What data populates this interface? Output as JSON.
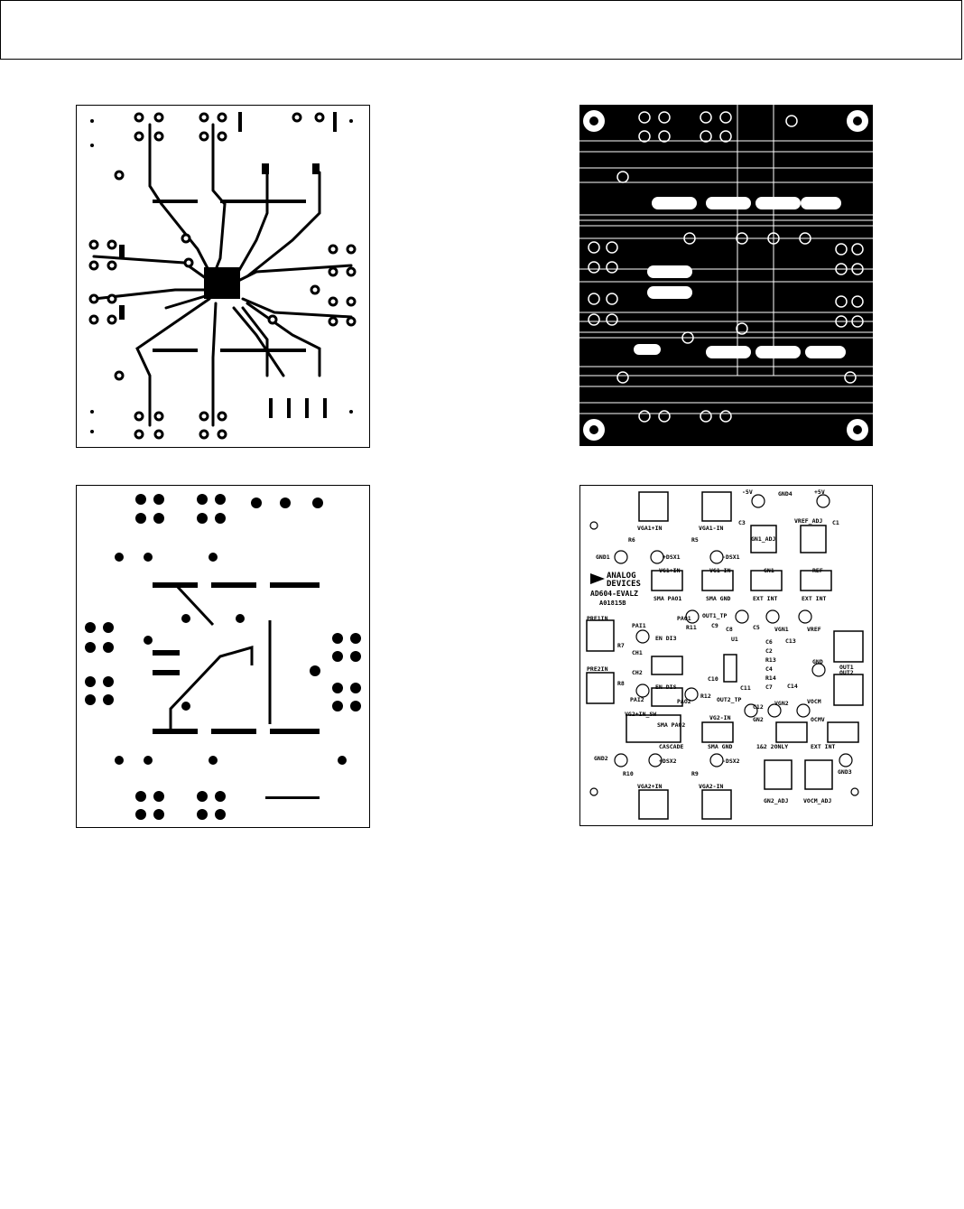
{
  "header": {
    "title": ""
  },
  "silkscreen": {
    "logo_line1": "ANALOG",
    "logo_line2": "DEVICES",
    "board_name": "AD604-EVALZ",
    "board_number": "A01815B",
    "labels": [
      "-5V",
      "GND4",
      "+5V",
      "GN1_ADJ",
      "VREF_ADJ",
      "C3",
      "C1",
      "VGA1+IN",
      "VGA1-IN",
      "R6",
      "R5",
      "GND1",
      "+DSX1",
      "-DSX1",
      "VG1+IN",
      "VG1-IN",
      "GN1",
      "REF",
      "SMA PAO1",
      "SMA GND",
      "EXT INT",
      "EXT INT",
      "PAO1",
      "OUT1_TP",
      "C8",
      "C5",
      "VGN1",
      "VREF",
      "R11",
      "C9",
      "U1",
      "C13",
      "PRE1IN",
      "PAI1",
      "R7",
      "EN DI3",
      "CH1",
      "C6",
      "C2",
      "R13",
      "C4",
      "R14",
      "C7",
      "GND",
      "OUT1",
      "OUT2",
      "PRE2IN",
      "CH2",
      "R8",
      "PAI2",
      "EN DIS",
      "PAO2",
      "R12",
      "C10",
      "C11",
      "OUT2_TP",
      "C12",
      "VGN2",
      "VOCM",
      "C14",
      "VG2+IN_SW",
      "VG2-IN",
      "GN2",
      "OCMV",
      "CASCADE",
      "SMA GND",
      "1&2 2ONLY",
      "EXT INT",
      "SMA PAO2",
      "GND2",
      "R10",
      "+DSX2",
      "R9",
      "-DSX2",
      "GND3",
      "VGA2+IN",
      "VGA2-IN",
      "GN2_ADJ",
      "VOCM_ADJ"
    ]
  }
}
